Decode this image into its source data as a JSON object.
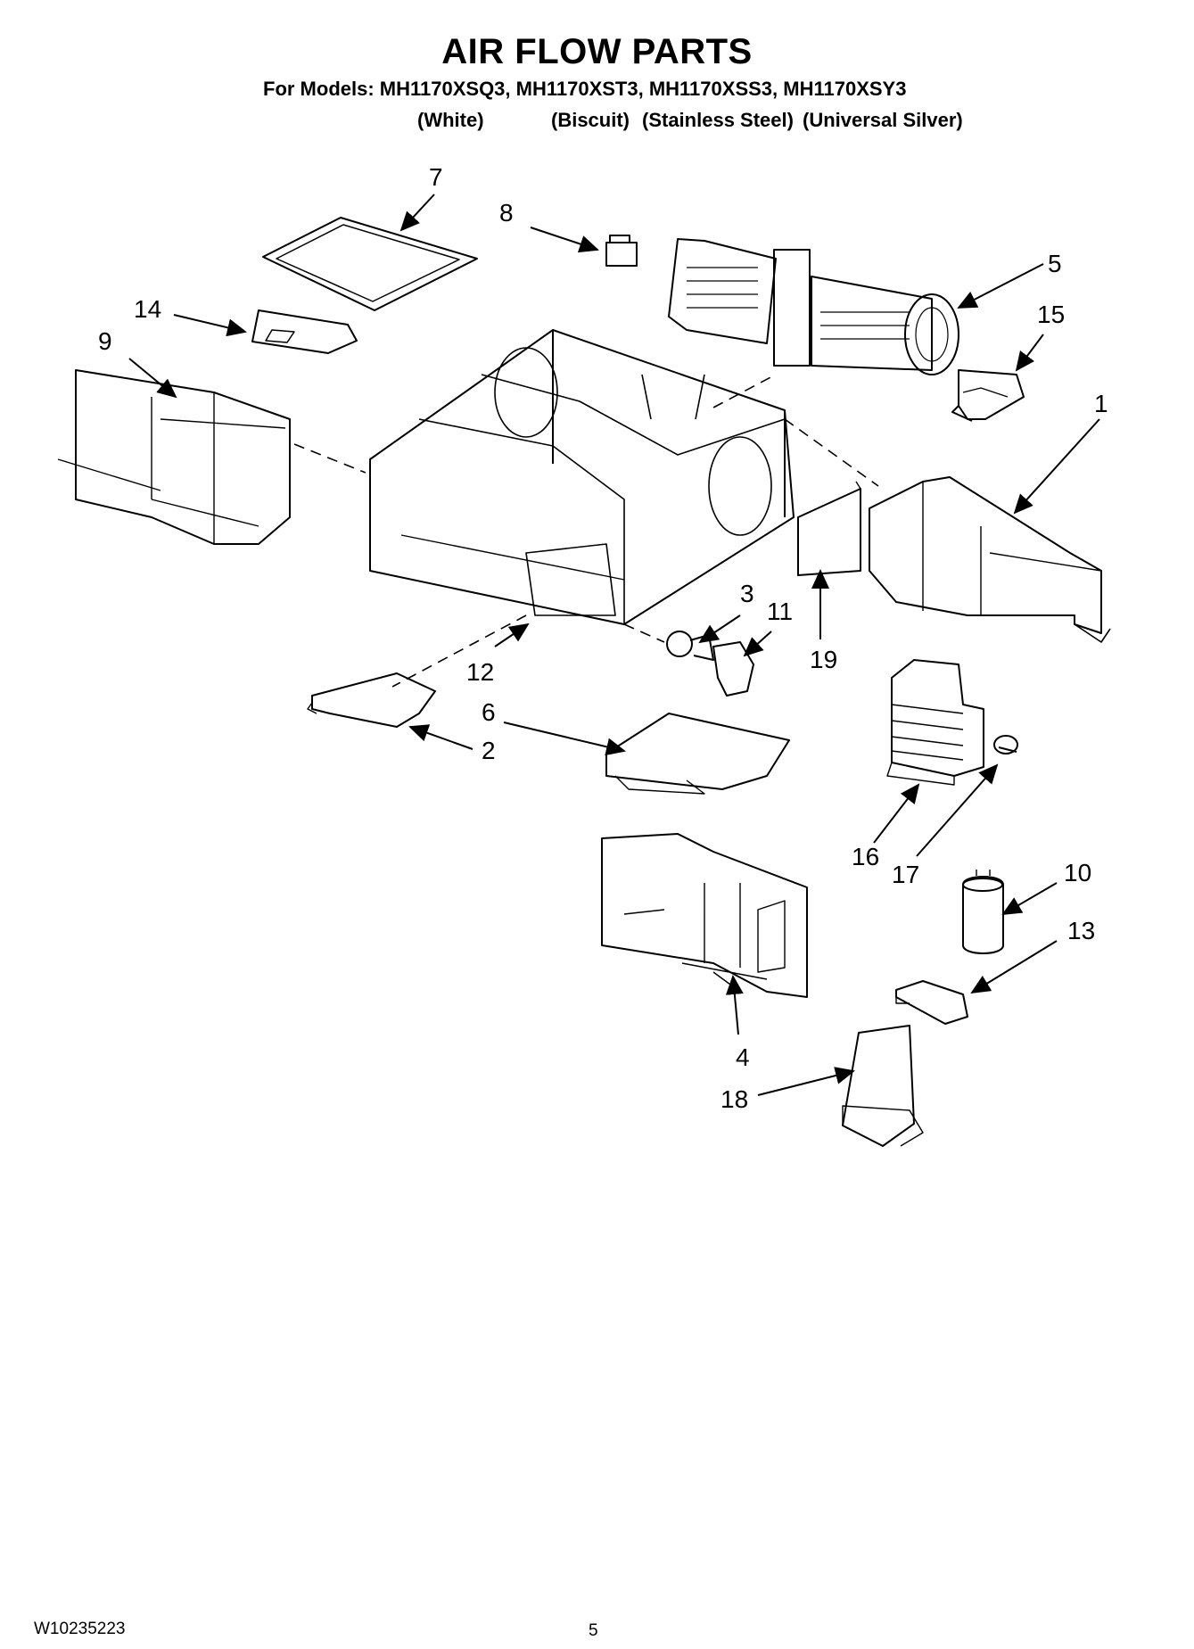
{
  "title": "AIR FLOW PARTS",
  "models_line": "For Models: MH1170XSQ3, MH1170XST3, MH1170XSS3, MH1170XSY3",
  "variants": [
    "(White)",
    "(Biscuit)",
    "(Stainless Steel)",
    "(Universal Silver)"
  ],
  "callouts": [
    "1",
    "2",
    "3",
    "4",
    "5",
    "6",
    "7",
    "8",
    "9",
    "10",
    "11",
    "12",
    "13",
    "14",
    "15",
    "16",
    "17",
    "18",
    "19"
  ],
  "footer": {
    "doc_number": "W10235223",
    "page_number": "5"
  }
}
